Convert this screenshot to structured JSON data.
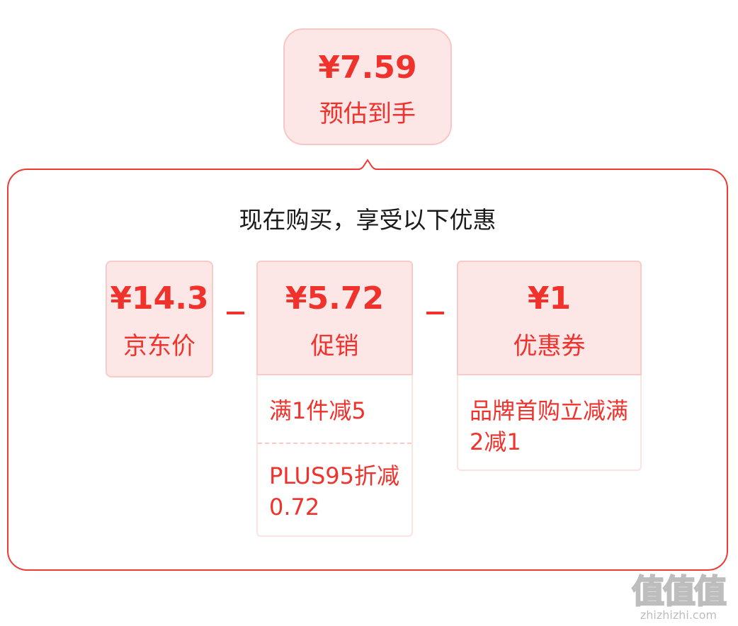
{
  "estimate": {
    "price": "¥7.59",
    "label": "预估到手"
  },
  "subtitle": "现在购买，享受以下优惠",
  "jd_price": {
    "price": "¥14.3",
    "label": "京东价"
  },
  "operators": {
    "minus": "-"
  },
  "promotion": {
    "price": "¥5.72",
    "label": "促销",
    "items": [
      "满1件减5",
      "PLUS95折减0.72"
    ]
  },
  "coupon": {
    "price": "¥1",
    "label": "优惠券",
    "items": [
      "品牌首购立减满2减1"
    ]
  },
  "watermark": {
    "glyphs": "值值值",
    "url": "zhizhizhi.com"
  },
  "colors": {
    "accent": "#f0322d",
    "card_bg": "#fde7e6",
    "border": "#f8c6c3"
  }
}
